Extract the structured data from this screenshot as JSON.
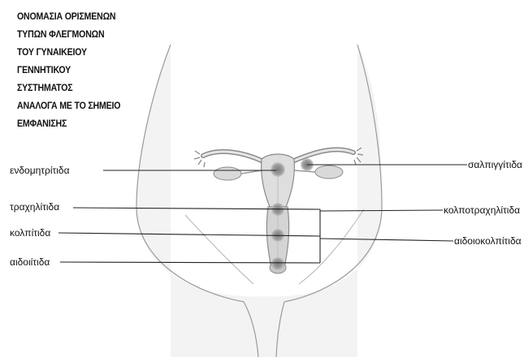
{
  "title_lines": [
    "ΟΝΟΜΑΣΙΑ ΟΡΙΣΜΕΝΩΝ",
    "ΤΥΠΩΝ ΦΛΕΓΜΟΝΩΝ",
    "ΤΟΥ ΓΥΝΑΙΚΕΙΟΥ",
    "ΓΕΝΝΗΤΙΚΟΥ",
    "ΣΥΣΤΗΜΑΤΟΣ",
    "ΑΝΑΛΟΓΑ ΜΕ ΤΟ ΣΗΜΕΙΟ",
    "ΕΜΦΑΝΙΣΗΣ"
  ],
  "labels": {
    "endometritis": "ενδομητρίτιδα",
    "cervicitis": "τραχηλίτιδα",
    "colpitis": "κολπίτιδα",
    "vulvitis": "αιδοιίτιδα",
    "salpingitis": "σαλπιγγίτιδα",
    "colpocervicitis": "κολποτραχηλίτιδα",
    "vulvovaginitis": "αιδοιοκολπίτιδα"
  },
  "colors": {
    "background": "#ffffff",
    "body_outline": "#9a9a9a",
    "body_fill": "#f2f2f2",
    "inflammation": "#8c8c8c",
    "leader_line": "#222222"
  }
}
